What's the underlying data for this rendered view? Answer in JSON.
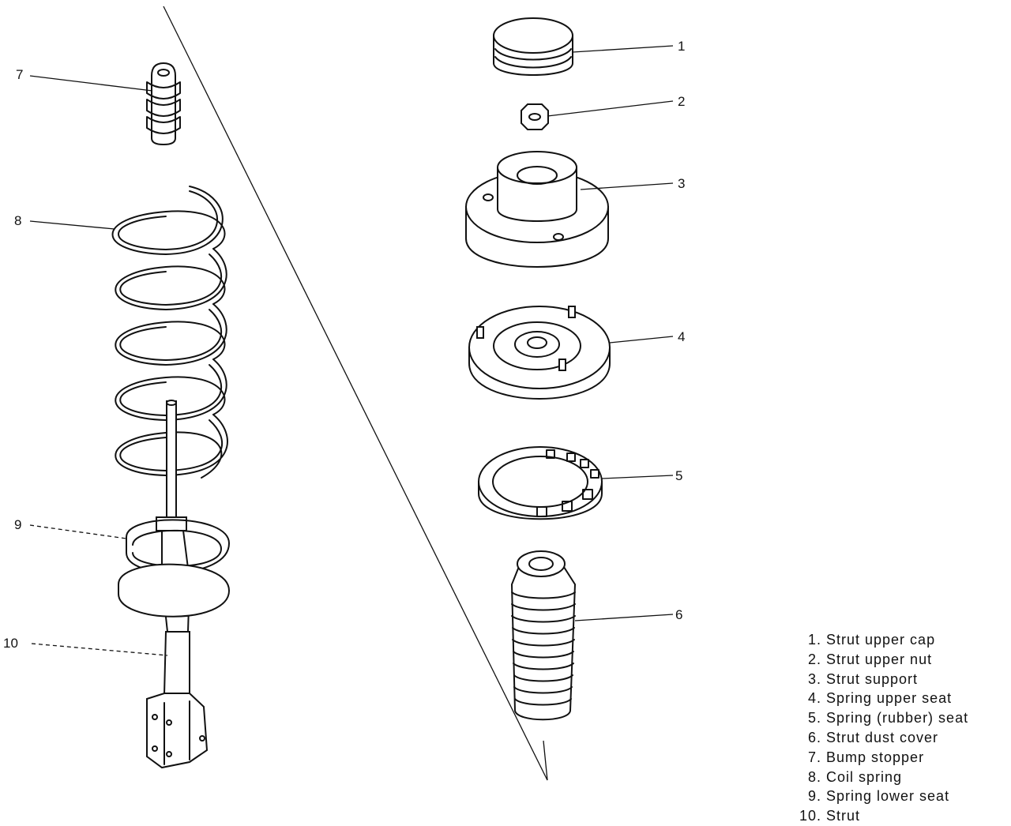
{
  "callouts": [
    "1",
    "2",
    "3",
    "4",
    "5",
    "6",
    "7",
    "8",
    "9",
    "10"
  ],
  "legend": [
    {
      "num": "1.",
      "label": "Strut upper cap"
    },
    {
      "num": "2.",
      "label": "Strut upper nut"
    },
    {
      "num": "3.",
      "label": "Strut support"
    },
    {
      "num": "4.",
      "label": "Spring upper seat"
    },
    {
      "num": "5.",
      "label": "Spring (rubber) seat"
    },
    {
      "num": "6.",
      "label": "Strut dust cover"
    },
    {
      "num": "7.",
      "label": "Bump stopper"
    },
    {
      "num": "8.",
      "label": "Coil spring"
    },
    {
      "num": "9.",
      "label": "Spring lower seat"
    },
    {
      "num": "10.",
      "label": "Strut"
    }
  ]
}
